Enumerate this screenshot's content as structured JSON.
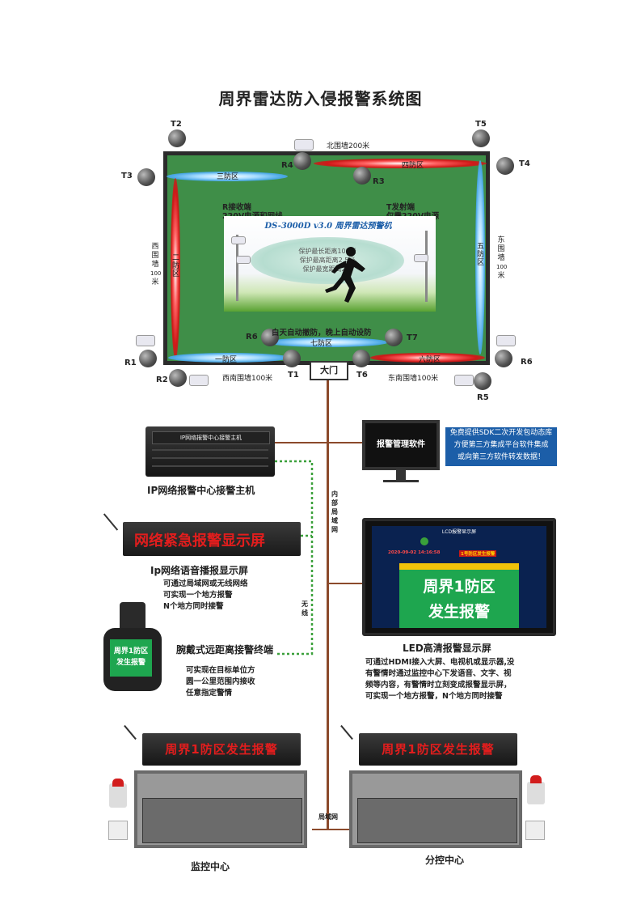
{
  "title": "周界雷达防入侵报警系统图",
  "towers_t": [
    "T2",
    "T5",
    "T3",
    "T4",
    "T1",
    "T6",
    "T7"
  ],
  "towers_r": [
    "R4",
    "R3",
    "R1",
    "R2",
    "R6",
    "R5"
  ],
  "walls": {
    "north": "北围墙200米",
    "west": [
      "西",
      "围",
      "墙",
      "100",
      "米"
    ],
    "east": [
      "东",
      "围",
      "墙",
      "100",
      "米"
    ],
    "southwest": "西南围墙100米",
    "southeast": "东南围墙100米"
  },
  "zones": {
    "z1": "一防区",
    "z2": [
      "二",
      "防",
      "区"
    ],
    "z3": "三防区",
    "z4": "四防区",
    "z5": [
      "五",
      "防",
      "区"
    ],
    "z6": "六防区",
    "z7": "七防区"
  },
  "center": {
    "r_label_1": "R接收端",
    "r_label_2": "220V电源和网线",
    "t_label_1": "T发射端",
    "t_label_2": "仅需220V电源",
    "device_name": "DS-3000D v3.0 周界雷达预警机",
    "oval_1": "保护最长距离100米",
    "oval_2": "保护最高距离2.5米",
    "oval_3": "保护最宽距离2米",
    "auto_arm": "白天自动撤防，晚上自动设防"
  },
  "gate": "大门",
  "host": {
    "panel": "IP网络报警中心接警主机",
    "caption": "IP网络报警中心接警主机"
  },
  "software": {
    "screen": "报警管理软件",
    "note_1": "免费提供SDK二次开发包动态库",
    "note_2": "方便第三方集成平台软件集成",
    "note_3": "或向第三方软件转发数据！"
  },
  "network_labels": {
    "lan_vertical": [
      "内",
      "部",
      "局",
      "域",
      "网"
    ],
    "wireless": [
      "无",
      "线"
    ],
    "lan_bottom": "局域网"
  },
  "led_display": {
    "text": "网络紧急报警显示屏",
    "caption": "Ip网络语音播报显示屏",
    "desc_1": "可通过局域网或无线网络",
    "desc_2": "可实现一个地方报警",
    "desc_3": "N个地方同时接警"
  },
  "lcd": {
    "header": "LCD报警显示屏",
    "date": "2020-09-02 14:16:58",
    "status": "1号防区发生报警",
    "alarm_1": "周界1防区",
    "alarm_2": "发生报警",
    "caption": "LED高清报警显示屏",
    "desc_1": "可通过HDMI接入大屏、电视机或显示器,没",
    "desc_2": "有警情时通过监控中心下发语音、文字、视",
    "desc_3": "频等内容，有警情时立刻变成报警显示屏，",
    "desc_4": "可实现一个地方报警，N个地方同时接警"
  },
  "watch": {
    "screen_1": "周界1防区",
    "screen_2": "发生报警",
    "caption": "腕戴式远距离接警终端",
    "desc_1": "可实现在目标单位方",
    "desc_2": "圆一公里范围内接收",
    "desc_3": "任意指定警情"
  },
  "centers": {
    "left_sign": "周界1防区发生报警",
    "right_sign": "周界1防区发生报警",
    "left_caption": "监控中心",
    "right_caption": "分控中心"
  },
  "colors": {
    "field": "#3f8e48",
    "alarm_red": "#e21d1d",
    "alarm_green": "#1ea64f",
    "link_brown": "#8b4a2b",
    "wireless_green": "#3aa03a",
    "sdk_blue": "#1c5ea8"
  }
}
